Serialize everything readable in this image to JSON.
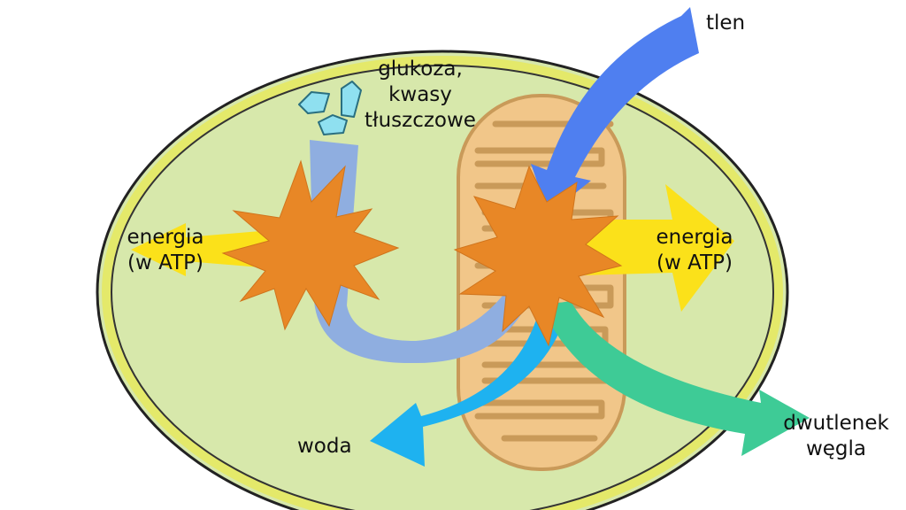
{
  "labels": {
    "oxygen": "tlen",
    "nutrients_line1": "glukoza,",
    "nutrients_line2": "kwasy",
    "nutrients_line3": "tłuszczowe",
    "energy_left_line1": "energia",
    "energy_left_line2": "(w ATP)",
    "energy_right_line1": "energia",
    "energy_right_line2": "(w ATP)",
    "water": "woda",
    "co2_line1": "dwutlenek",
    "co2_line2": "węgla"
  },
  "colors": {
    "cell_fill": "#d7e8ab",
    "cell_border": "#e4e96a",
    "mitochondrion_fill": "#f1c689",
    "mitochondrion_stroke": "#c99a59",
    "oxygen_arrow": "#4f7ff0",
    "nutrient_arrow": "#8faee0",
    "energy_arrow": "#fbe11a",
    "water_arrow": "#1eb2f0",
    "co2_arrow": "#3ecb96",
    "burst": "#e88726",
    "crystal": "#8fe0f0"
  }
}
